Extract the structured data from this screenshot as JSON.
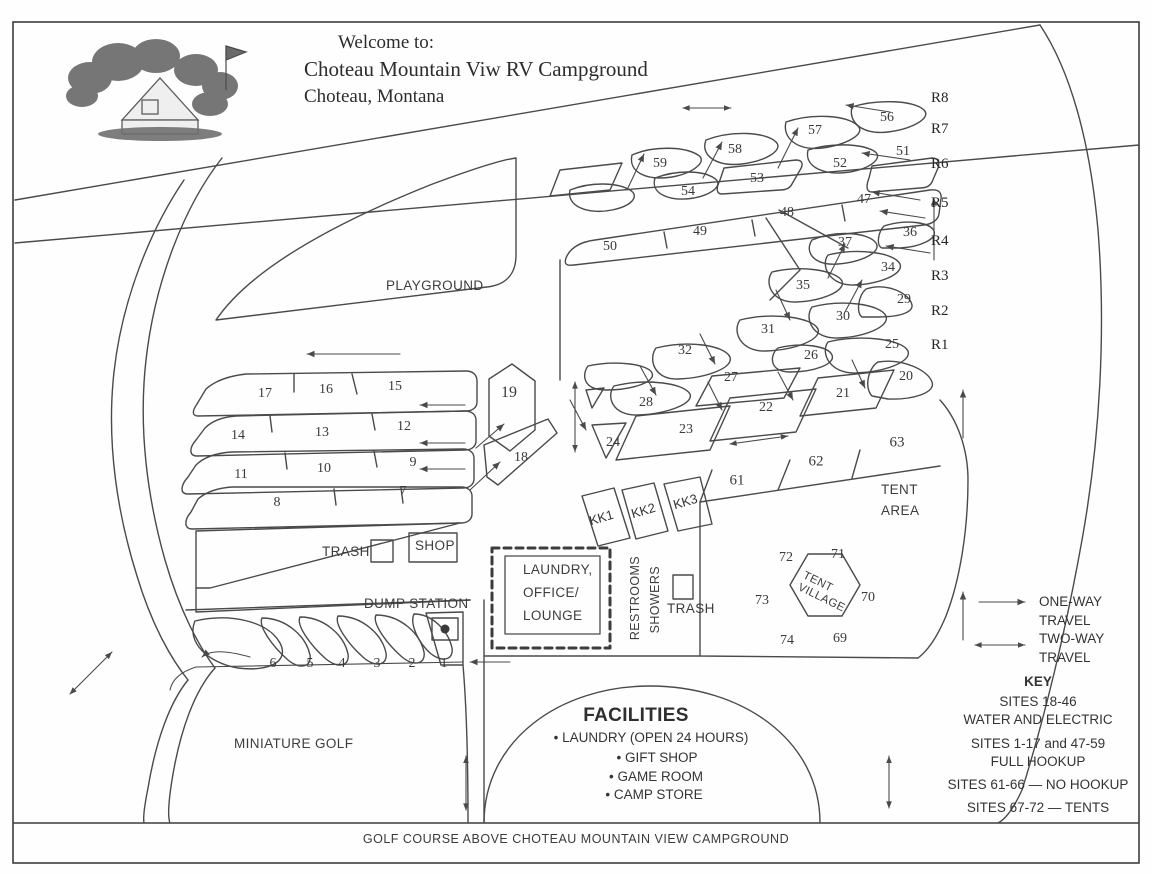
{
  "header": {
    "welcome": "Welcome to:",
    "name": "Choteau Mountain Viw RV Campground",
    "location": "Choteau, Montana",
    "logo_icon": "campground-lodge-illustration"
  },
  "areas": {
    "playground": "PLAYGROUND",
    "miniature_golf": "MINIATURE GOLF",
    "tent_area": "TENT\nAREA",
    "tent_area_line1": "TENT",
    "tent_area_line2": "AREA",
    "tent_village": "TENT VILLAGE",
    "tent_village_line1": "TENT",
    "tent_village_line2": "VILLAGE",
    "dump_station": "DUMP STATION",
    "shop": "SHOP",
    "trash_left": "TRASH",
    "trash_center": "TRASH",
    "restrooms": "RESTROOMS",
    "showers": "SHOWERS",
    "laundry_line1": "LAUNDRY,",
    "laundry_line2": "OFFICE/",
    "laundry_line3": "LOUNGE"
  },
  "cabins": [
    "KK1",
    "KK2",
    "KK3"
  ],
  "row_labels": [
    "R1",
    "R2",
    "R3",
    "R4",
    "R5",
    "R6",
    "R7",
    "R8"
  ],
  "sites": {
    "full_hookup_left": [
      "1",
      "2",
      "3",
      "4",
      "5",
      "6",
      "7",
      "8",
      "9",
      "10",
      "11",
      "12",
      "13",
      "14",
      "15",
      "16",
      "17"
    ],
    "water_electric": [
      "18",
      "19",
      "20",
      "21",
      "22",
      "23",
      "24",
      "25",
      "26",
      "27",
      "28",
      "29",
      "30",
      "31",
      "32",
      "34",
      "35",
      "36",
      "37"
    ],
    "full_hookup_upper": [
      "47",
      "48",
      "49",
      "50",
      "51",
      "52",
      "53",
      "54",
      "56",
      "57",
      "58",
      "59"
    ],
    "no_hookup": [
      "61",
      "62",
      "63"
    ],
    "tent_sites": [
      "69",
      "70",
      "71",
      "72",
      "73",
      "74"
    ]
  },
  "facilities": {
    "title": "FACILITIES",
    "items": [
      "• LAUNDRY (OPEN 24 HOURS)",
      "• GIFT SHOP",
      "• GAME ROOM",
      "• CAMP STORE"
    ]
  },
  "legend": {
    "one_way_line1": "ONE-WAY",
    "one_way_line2": "TRAVEL",
    "two_way_line1": "TWO-WAY",
    "two_way_line2": "TRAVEL",
    "key_title": "KEY",
    "lines": [
      "SITES 18-46",
      "WATER AND ELECTRIC",
      "SITES 1-17 and 47-59",
      "FULL HOOKUP",
      "SITES 61-66 — NO HOOKUP",
      "SITES 67-72 — TENTS"
    ]
  },
  "footer": {
    "golf_note": "GOLF COURSE ABOVE CHOTEAU MOUNTAIN VIEW CAMPGROUND"
  },
  "colors": {
    "ink": "#2b2b2b",
    "line": "#4a4a4a",
    "paper": "#fefefe"
  }
}
